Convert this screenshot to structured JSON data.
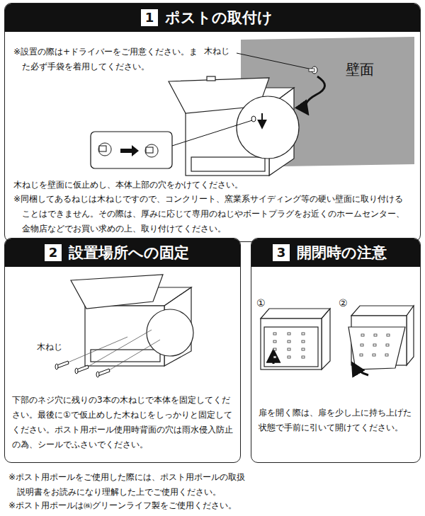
{
  "diagram": {
    "nodes": [
      {
        "text": [
          "ポストの取付け",
          "※設置の際は+ドライバーをご用意ください。また必ず手袋を着用してください。",
          "木ねじを壁面に仮止めし、本体上部の穴をかけてください。",
          "※同梱してあるねじは木ねじですので、コンクリート、窯業系サイディング等の硬い壁面に取り付けることはできません。その際は、厚みに応じて専用のねじやボートプラグをお近くのホームセンター、金物店などでお買い求めの上、取り付けてください。"
        ]
      },
      {
        "text": [
          "1"
        ],
        "in": 0
      },
      {
        "text": [
          "設置場所への固定",
          "下部のネジ穴に残りの3本の木ねじで本体を固定してください。最後に①で仮止めした木ねじをしっかりと固定してください。ポスト用ポール使用時背面の穴は雨水侵入防止の為、シールでふさいでください。"
        ]
      },
      {
        "text": [
          "2"
        ],
        "in": 2
      },
      {
        "text": [
          "開閉時の注意",
          "扉を開く際は、扉を少し上に持ち上げた状態で手前に引いて開けてください。"
        ]
      },
      {
        "text": [
          "3"
        ],
        "in": 4
      }
    ],
    "labels": [
      "木ねじ",
      "壁面",
      "木ねじ",
      "①",
      "②",
      "※ポスト用ポールをご使用した際には、ポスト用ポールの取扱説明書をお読みになり理解した上でご使用ください。",
      "※ポスト用ポールは㈱グリーンライフ製をご使用ください。"
    ]
  }
}
